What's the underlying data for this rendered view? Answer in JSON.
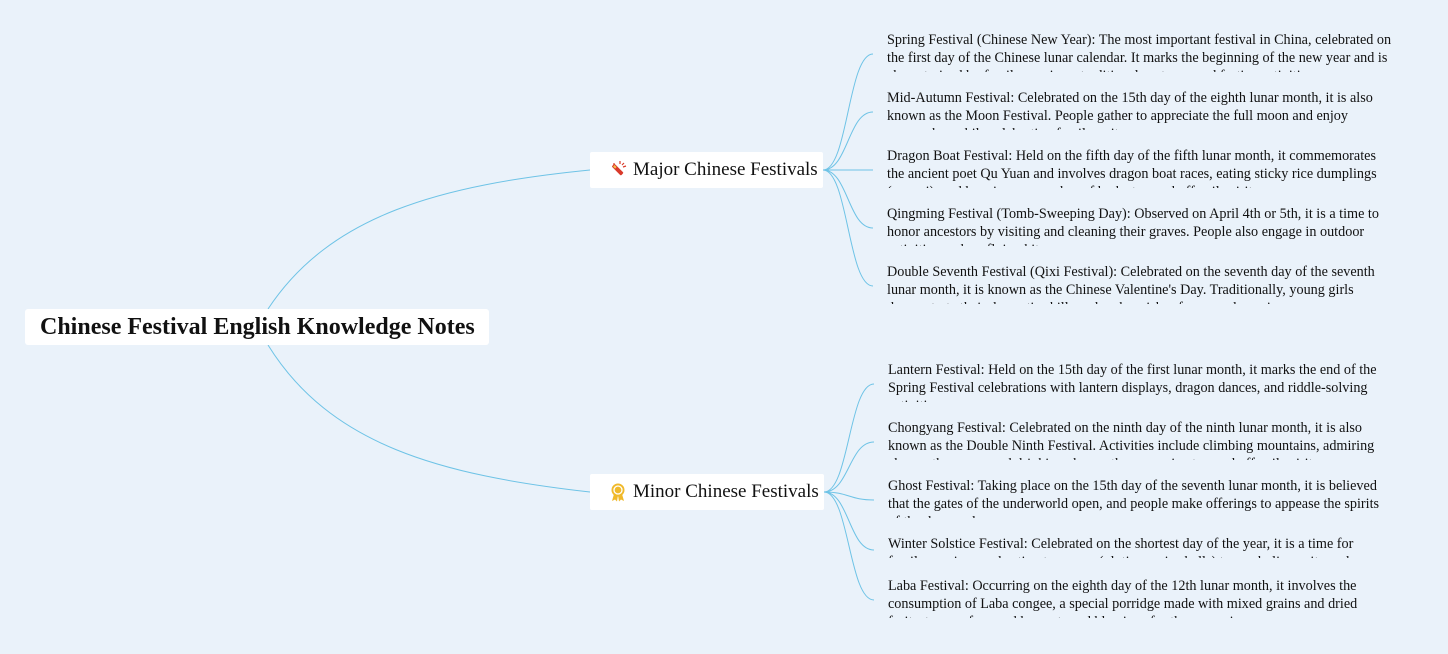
{
  "root": {
    "title": "Chinese Festival English Knowledge Notes"
  },
  "colors": {
    "background": "#eaf2fa",
    "connector": "#6ec3e6",
    "node_fill": "#ffffff",
    "text": "#111111",
    "firecracker_icon": "#d93a2b",
    "medal_icon": "#f0b92a"
  },
  "branches": [
    {
      "label": "Major Chinese Festivals",
      "icon": "firecracker-icon",
      "leaves": [
        "Spring Festival (Chinese New Year): The most important festival in China, celebrated on the first day of the Chinese lunar calendar. It marks the beginning of the new year and is characterized by family reunions, traditional customs, and festive activities.",
        "Mid-Autumn Festival: Celebrated on the 15th day of the eighth lunar month, it is also known as the Moon Festival. People gather to appreciate the full moon and enjoy mooncakes while celebrating family unity.",
        "Dragon Boat Festival: Held on the fifth day of the fifth lunar month, it commemorates the ancient poet Qu Yuan and involves dragon boat races, eating sticky rice dumplings (zongzi), and hanging up pouches of herbs to ward off evil spirits.",
        "Qingming Festival (Tomb-Sweeping Day): Observed on April 4th or 5th, it is a time to honor ancestors by visiting and cleaning their graves. People also engage in outdoor activities such as flying kites.",
        "Double Seventh Festival (Qixi Festival): Celebrated on the seventh day of the seventh lunar month, it is known as the Chinese Valentine's Day. Traditionally, young girls demonstrate their domestic skills and make wishes for a good marriage."
      ]
    },
    {
      "label": "Minor Chinese Festivals",
      "icon": "medal-icon",
      "leaves": [
        "Lantern Festival: Held on the 15th day of the first lunar month, it marks the end of the Spring Festival celebrations with lantern displays, dragon dances, and riddle-solving activities.",
        "Chongyang Festival: Celebrated on the ninth day of the ninth lunar month, it is also known as the Double Ninth Festival. Activities include climbing mountains, admiring chrysanthemums, and drinking chrysanthemum wine to ward off evil spirits.",
        "Ghost Festival: Taking place on the 15th day of the seventh lunar month, it is believed that the gates of the underworld open, and people make offerings to appease the spirits of the deceased.",
        "Winter Solstice Festival: Celebrated on the shortest day of the year, it is a time for family reunions and eating tangyuan (glutinous rice balls) to symbolize unity and harmony.",
        "Laba Festival: Occurring on the eighth day of the 12th lunar month, it involves the consumption of Laba congee, a special porridge made with mixed grains and dried fruits, to pray for good harvests and blessings for the upcoming year."
      ]
    }
  ]
}
